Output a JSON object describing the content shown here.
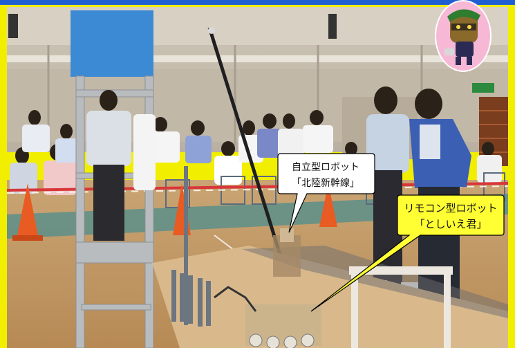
{
  "callouts": {
    "autonomous": {
      "line1": "自立型ロボット",
      "line2": "「北陸新幹線」"
    },
    "remote": {
      "line1": "リモコン型ロボット",
      "line2": "「としいえ君」"
    }
  },
  "colors": {
    "frame_yellow": "#f2ee00",
    "top_bar_blue": "#1f5fd1",
    "callout_white": "#ffffff",
    "callout_yellow": "#ffff33",
    "mascot_badge": "#f7b8d6"
  }
}
